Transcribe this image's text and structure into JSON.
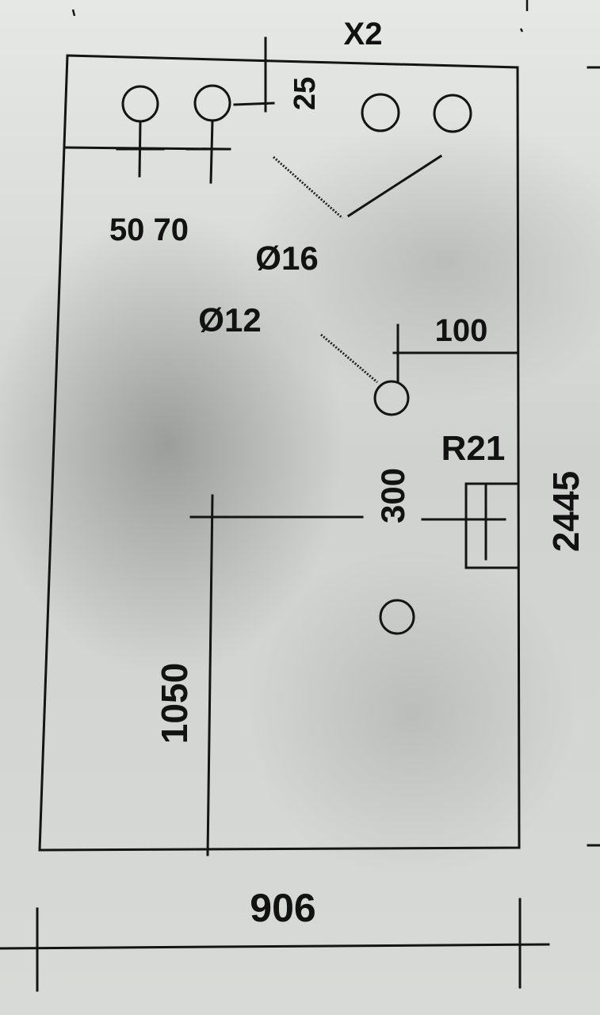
{
  "drawing": {
    "header_label": "X2",
    "dimensions": {
      "top_offset": "25",
      "hole_spacing": "50 70",
      "diameter_large": "Ø16",
      "diameter_small": "Ø12",
      "right_offset": "100",
      "radius": "R21",
      "mid_offset": "300",
      "lower_height": "1050",
      "total_height": "2445",
      "total_width": "906"
    }
  }
}
